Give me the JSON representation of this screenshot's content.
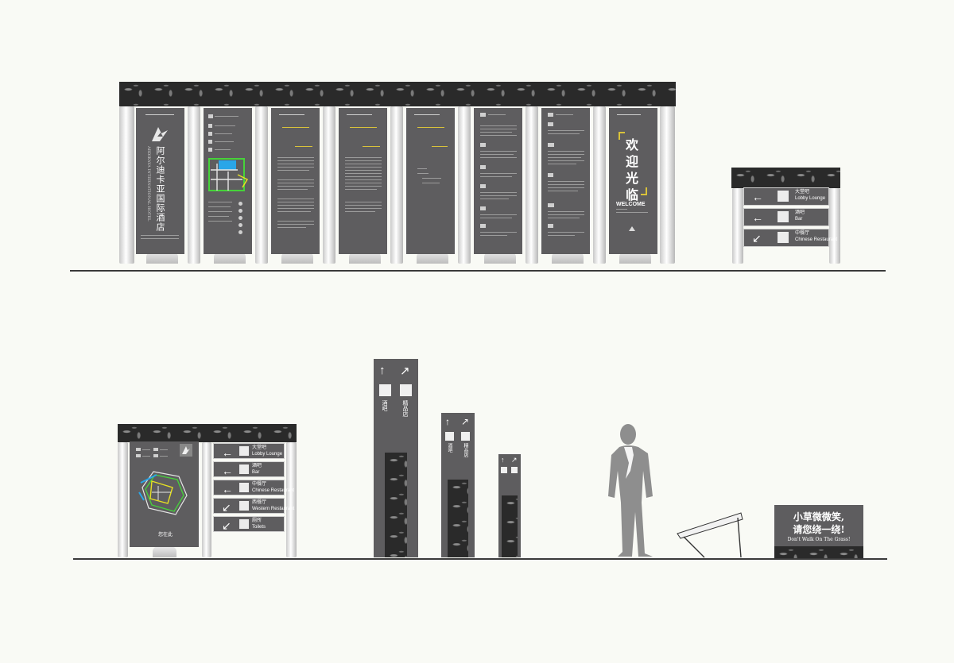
{
  "hotel": {
    "name_cn": "阿尔迪卡亚国际酒店",
    "name_en": "ARDIKAYA INTERNATIONAL HOTEL"
  },
  "welcome": {
    "chars": [
      "欢",
      "迎",
      "光",
      "临"
    ],
    "en": "WELCOME"
  },
  "directory_small": [
    {
      "arrow": "←",
      "cn": "大堂吧",
      "en": "Lobby Lounge"
    },
    {
      "arrow": "←",
      "cn": "酒吧",
      "en": "Bar"
    },
    {
      "arrow": "↙",
      "cn": "中餐厅",
      "en": "Chinese Restaurant"
    }
  ],
  "directory_large": [
    {
      "arrow": "←",
      "cn": "大堂吧",
      "en": "Lobby Lounge"
    },
    {
      "arrow": "←",
      "cn": "酒吧",
      "en": "Bar"
    },
    {
      "arrow": "←",
      "cn": "中餐厅",
      "en": "Chinese Restaurant"
    },
    {
      "arrow": "↙",
      "cn": "西餐厅",
      "en": "Western Restaurant"
    },
    {
      "arrow": "↙",
      "cn": "厕所",
      "en": "Toilets"
    }
  ],
  "totems": {
    "tall": {
      "arrows": [
        "↑",
        "↗"
      ],
      "labels": [
        "酒吧",
        "精品店"
      ]
    },
    "medium": {
      "arrows": [
        "↑",
        "↗"
      ],
      "labels": [
        "酒吧",
        "精品店"
      ]
    }
  },
  "map_panel": {
    "caption": "您在此"
  },
  "grass_sign": {
    "line1": "小草微微笑,",
    "line2": "请您绕一绕!",
    "en": "Don't Walk On The Grass!"
  },
  "colors": {
    "panel": "#5e5d5f",
    "band": "#2a2a2a",
    "accent_yellow": "#d9c23a",
    "map_green": "#46d23a",
    "map_blue": "#2aa6e8",
    "figure": "#8e8e8e"
  }
}
